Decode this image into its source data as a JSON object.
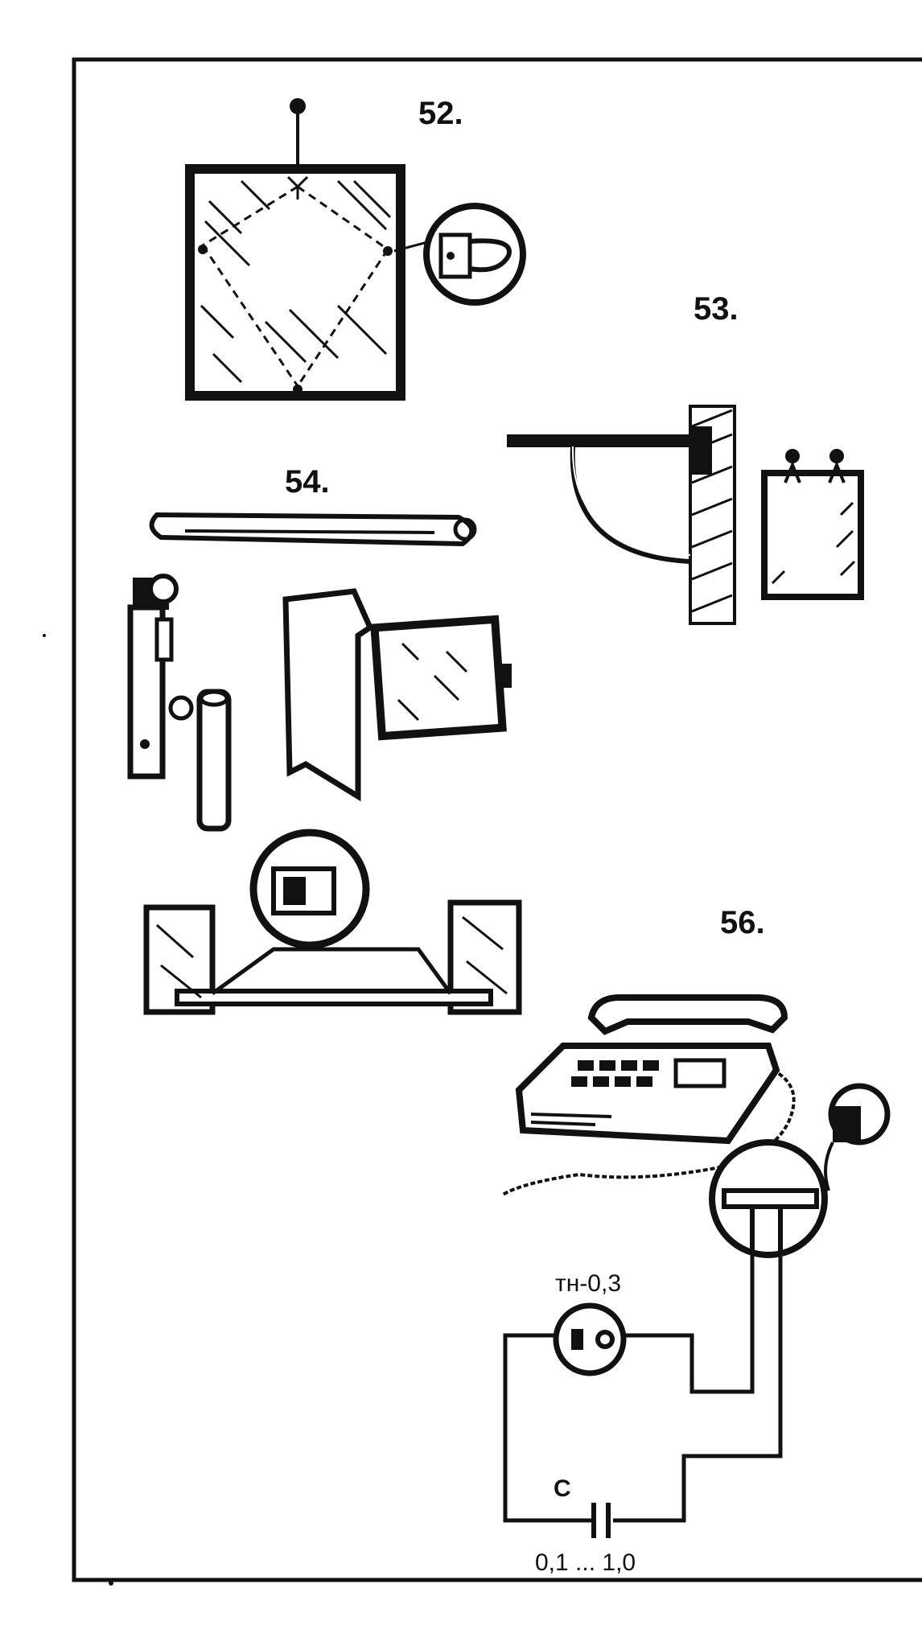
{
  "figures": {
    "fig52": {
      "number": "52."
    },
    "fig53": {
      "number": "53."
    },
    "fig54": {
      "number": "54."
    },
    "fig56": {
      "number": "56.",
      "lamp_label": "тн-0,3",
      "capacitor_label": "C",
      "capacitor_range": "0,1 ... 1,0"
    }
  },
  "colors": {
    "ink": "#111111",
    "paper": "#ffffff"
  }
}
